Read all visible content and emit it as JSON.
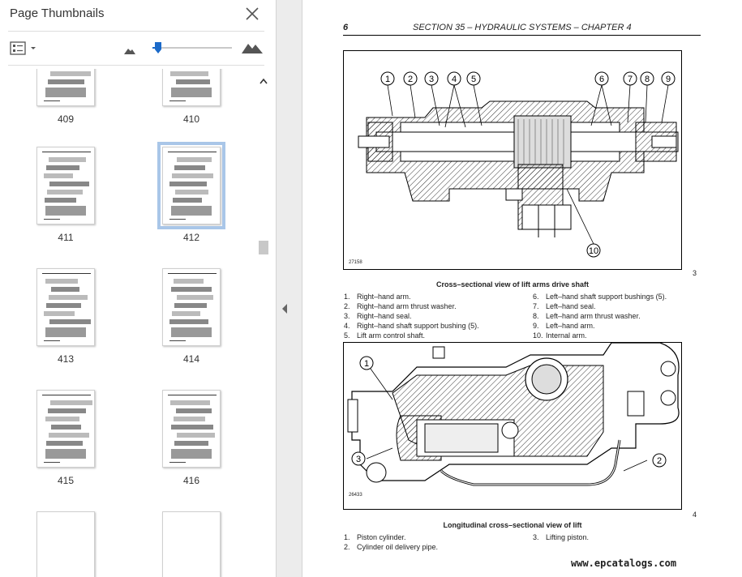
{
  "panel": {
    "title": "Page Thumbnails",
    "close_icon": "close-icon",
    "options_icon": "thumbnail-options-icon",
    "zoom_out_icon": "mountain-small-icon",
    "zoom_in_icon": "mountain-large-icon",
    "zoom_level": 0.03,
    "accent": "#1b6ac9",
    "thumbnails": [
      {
        "label": "409",
        "selected": false
      },
      {
        "label": "410",
        "selected": false
      },
      {
        "label": "411",
        "selected": false
      },
      {
        "label": "412",
        "selected": true
      },
      {
        "label": "413",
        "selected": false
      },
      {
        "label": "414",
        "selected": false
      },
      {
        "label": "415",
        "selected": false
      },
      {
        "label": "416",
        "selected": false
      }
    ]
  },
  "document": {
    "page_number": "6",
    "header": "SECTION 35 – HYDRAULIC SYSTEMS – CHAPTER 4",
    "figure1": {
      "number": "3",
      "code": "27158",
      "callouts": [
        "1",
        "2",
        "3",
        "4",
        "5",
        "6",
        "7",
        "8",
        "9",
        "10"
      ],
      "caption": "Cross–sectional view of lift arms drive shaft",
      "legend_left": [
        {
          "n": "1.",
          "text": "Right–hand arm."
        },
        {
          "n": "2.",
          "text": "Right–hand arm thrust washer."
        },
        {
          "n": "3.",
          "text": "Right–hand seal."
        },
        {
          "n": "4.",
          "text": "Right–hand shaft support bushing (5)."
        },
        {
          "n": "5.",
          "text": "Lift arm control shaft."
        }
      ],
      "legend_right": [
        {
          "n": "6.",
          "text": "Left–hand shaft support bushings (5)."
        },
        {
          "n": "7.",
          "text": "Left–hand seal."
        },
        {
          "n": "8.",
          "text": "Left–hand arm thrust washer."
        },
        {
          "n": "9.",
          "text": "Left–hand arm."
        },
        {
          "n": "10.",
          "text": "Internal arm."
        }
      ]
    },
    "figure2": {
      "number": "4",
      "code": "26433",
      "callouts": [
        "1",
        "2",
        "3"
      ],
      "caption": "Longitudinal cross–sectional view of lift",
      "legend_left": [
        {
          "n": "1.",
          "text": "Piston cylinder."
        },
        {
          "n": "2.",
          "text": "Cylinder oil delivery pipe."
        }
      ],
      "legend_right": [
        {
          "n": "3.",
          "text": "Lifting piston."
        }
      ]
    },
    "watermark": "www.epcatalogs.com"
  }
}
